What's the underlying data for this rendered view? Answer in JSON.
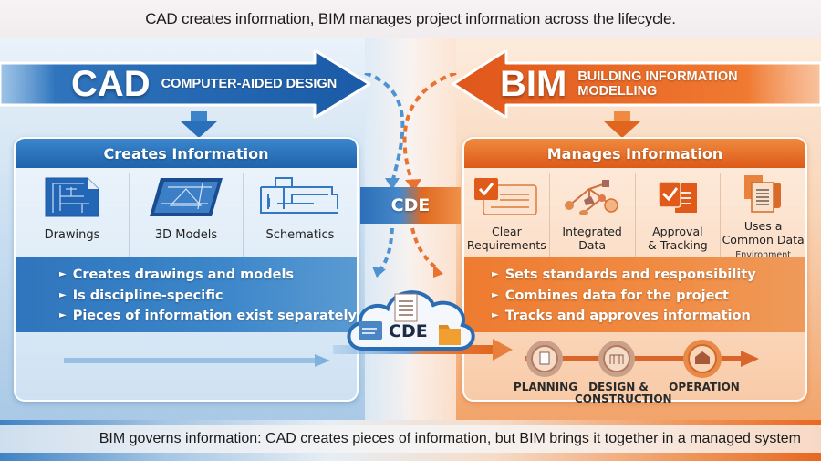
{
  "header": {
    "tagline": "CAD creates information, BIM manages project information across the lifecycle."
  },
  "cad": {
    "abbr": "CAD",
    "full_name": "COMPUTER-AIDED DESIGN",
    "color": "#1f63ad",
    "panel_title": "Creates Information",
    "items": [
      {
        "icon": "floor-plan-drawing-icon",
        "label": "Drawings"
      },
      {
        "icon": "3d-model-tablet-icon",
        "label": "3D Models"
      },
      {
        "icon": "schematic-diagram-icon",
        "label": "Schematics"
      }
    ],
    "bullets": [
      "Creates drawings and models",
      "Is discipline-specific",
      "Pieces of information exist separately"
    ]
  },
  "bim": {
    "abbr": "BIM",
    "full_name_line1": "BUILDING INFORMATION",
    "full_name_line2": "MODELLING",
    "color": "#dd5a18",
    "panel_title": "Manages Information",
    "items": [
      {
        "icon": "checklist-requirements-icon",
        "label_line1": "Clear",
        "label_line2": "Requirements"
      },
      {
        "icon": "network-nodes-icon",
        "label_line1": "Integrated",
        "label_line2": "Data"
      },
      {
        "icon": "approval-check-icon",
        "label_line1": "Approval",
        "label_line2": "& Tracking"
      },
      {
        "icon": "shared-documents-icon",
        "label_line1": "Uses a",
        "label_line2": "Common Data",
        "label_line3": "Environment"
      }
    ],
    "bullets": [
      "Sets standards and responsibility",
      "Combines data for the project",
      "Tracks and approves information"
    ]
  },
  "center": {
    "cde_band_label": "CDE",
    "cloud_label": "CDE"
  },
  "lifecycle": {
    "phases": [
      {
        "icon": "document-gear-icon",
        "label_line1": "PLANNING",
        "label_line2": ""
      },
      {
        "icon": "blueprint-gear-icon",
        "label_line1": "DESIGN &",
        "label_line2": "CONSTRUCTION"
      },
      {
        "icon": "building-gear-icon",
        "label_line1": "OPERATION",
        "label_line2": ""
      }
    ]
  },
  "footer": {
    "summary_bold": "BIM governs information:",
    "summary_rest": " CAD creates pieces of information, but BIM brings it together in a managed system"
  }
}
